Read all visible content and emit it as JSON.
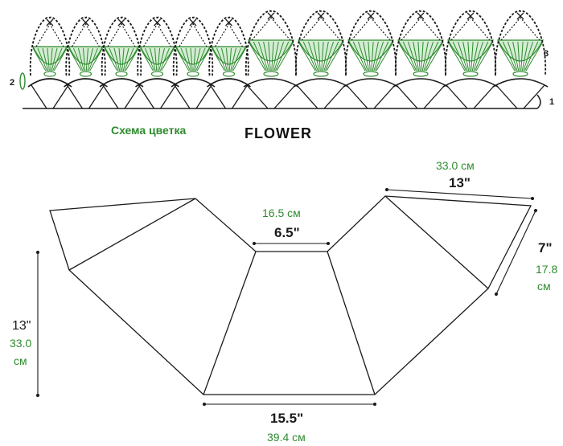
{
  "header": {
    "title_ru": "Схема цветка",
    "title_en": "FLOWER"
  },
  "flower_chart": {
    "row_numbers": [
      "1",
      "2",
      "3"
    ],
    "small_motifs": 6,
    "large_motifs": 6
  },
  "schematic": {
    "top_center": {
      "in": "6.5\"",
      "cm": "16.5 см"
    },
    "bottom": {
      "in": "15.5\"",
      "cm": "39.4 см"
    },
    "left_height": {
      "in": "13\"",
      "cm_value": "33.0",
      "cm_unit": "см"
    },
    "right_top": {
      "in": "13\"",
      "cm": "33.0 см"
    },
    "right_side": {
      "in": "7\"",
      "cm_value": "17.8",
      "cm_unit": "см"
    }
  },
  "colors": {
    "ink": "#1a1a1a",
    "green": "#2e8b2e",
    "green_fill": "#9fd89f"
  }
}
